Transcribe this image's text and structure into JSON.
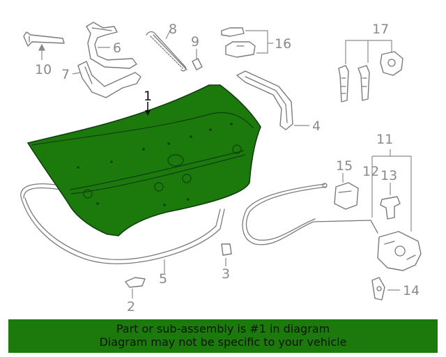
{
  "callouts": {
    "c1": "1",
    "c2": "2",
    "c3": "3",
    "c4": "4",
    "c5": "5",
    "c6": "6",
    "c7": "7",
    "c8": "8",
    "c9": "9",
    "c10": "10",
    "c11": "11",
    "c12": "12",
    "c13": "13",
    "c14": "14",
    "c15": "15",
    "c16": "16",
    "c17": "17"
  },
  "colors": {
    "highlight": "#1b7a0b",
    "outline": "#7a7a7a",
    "banner": "#1b7a0b"
  },
  "banner": {
    "line1": "Part or sub-assembly is #1 in diagram",
    "line2": "Diagram may not be specific to your vehicle"
  }
}
